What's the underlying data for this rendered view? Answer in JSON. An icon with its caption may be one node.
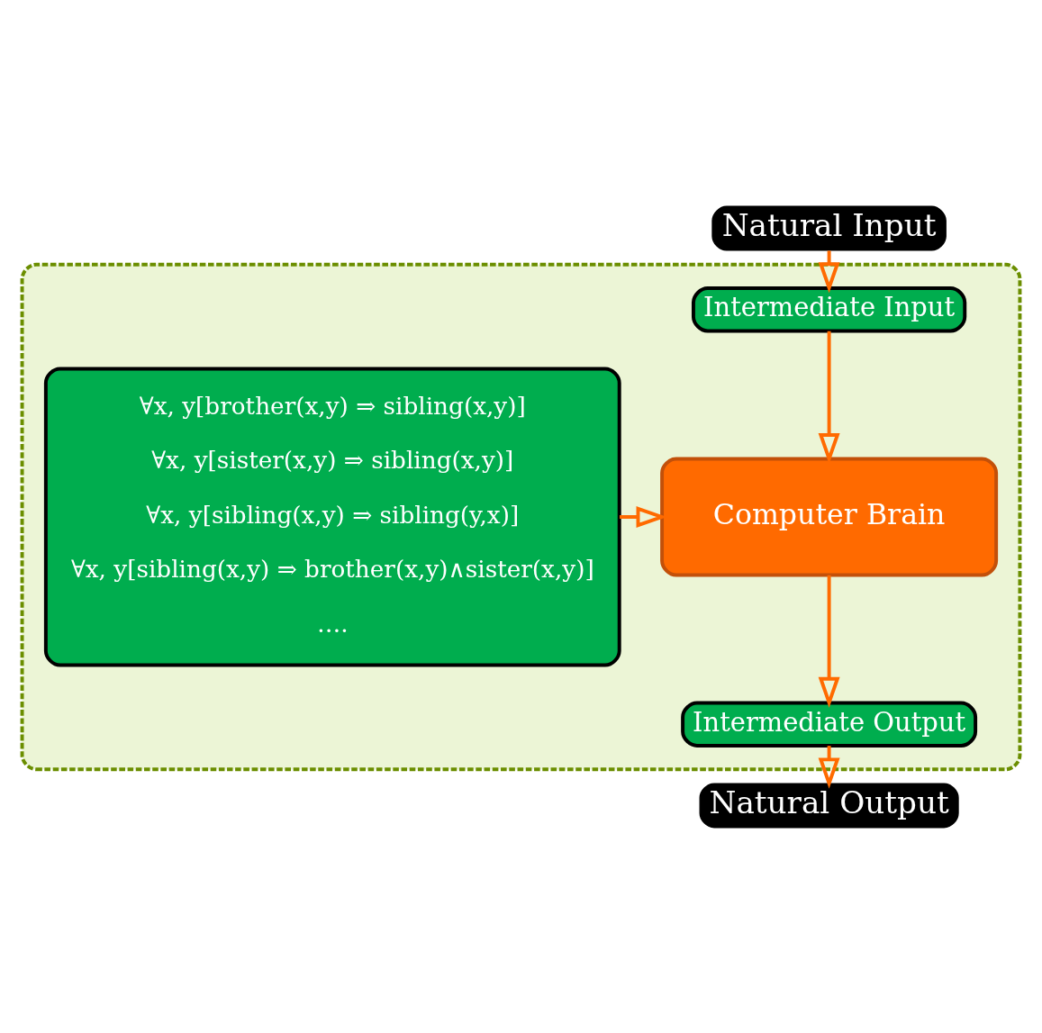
{
  "diagram": {
    "nodes": [
      {
        "text": [
          "Natural Input"
        ]
      },
      {
        "text": [],
        "shape": "box"
      },
      {
        "text": [
          "∀x, y[brother(x,y) ⇒ sibling(x,y)]",
          "∀x, y[sister(x,y) ⇒ sibling(x,y)]",
          "∀x, y[sibling(x,y) ⇒ sibling(y,x)]",
          "∀x, y[sibling(x,y) ⇒ brother(x,y)∧sister(x,y)]",
          "…."
        ],
        "in": 1
      },
      {
        "text": [
          "Intermediate Input"
        ],
        "in": 1
      },
      {
        "text": [
          "Computer Brain"
        ],
        "in": 1
      },
      {
        "text": [
          "Intermediate Output"
        ],
        "in": 1
      },
      {
        "text": [
          "Natural Output"
        ]
      }
    ],
    "edges": [
      {
        "from": 0,
        "to": 3,
        "arrow": "to"
      },
      {
        "from": 3,
        "to": 4,
        "arrow": "to"
      },
      {
        "from": 2,
        "to": 4,
        "arrow": "to"
      },
      {
        "from": 4,
        "to": 5,
        "arrow": "to"
      },
      {
        "from": 5,
        "to": 6,
        "arrow": "to"
      }
    ]
  }
}
